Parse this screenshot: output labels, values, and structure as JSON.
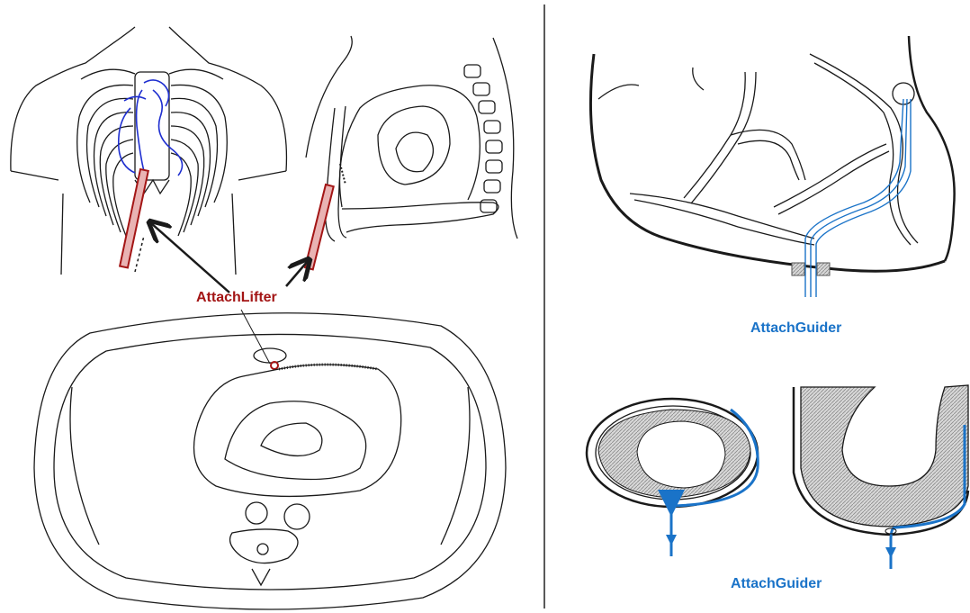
{
  "labels": {
    "lifter": "AttachLifter",
    "guider_top": "AttachGuider",
    "guider_bottom": "AttachGuider"
  },
  "colors": {
    "lifter": "#a31515",
    "guider": "#1a73c8",
    "outline": "#1a1a1a",
    "vessel": "#1f2fd0"
  }
}
